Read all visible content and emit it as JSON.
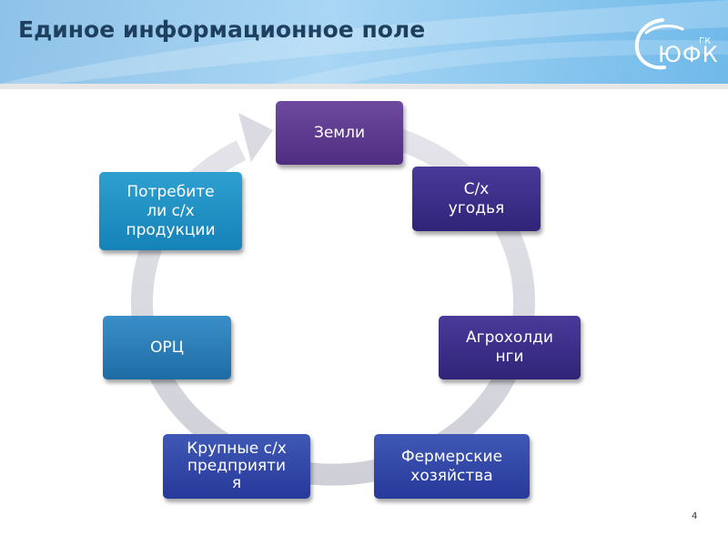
{
  "slide": {
    "title": "Единое информационное поле",
    "page_number": "4"
  },
  "logo": {
    "text": "ЮФК",
    "small": "ГК"
  },
  "cycle": {
    "nodes": [
      {
        "label": "Земли"
      },
      {
        "label": "С/х\nугодья"
      },
      {
        "label": "Агрохолди\nнги"
      },
      {
        "label": "Фермерские\nхозяйства"
      },
      {
        "label": "Крупные с/х\nпредприяти\nя"
      },
      {
        "label": "ОРЦ"
      },
      {
        "label": "Потребите\nли с/х\nпродукции"
      }
    ]
  },
  "colors": {
    "title": "#1f3f5e",
    "ring": "#d9d9e0"
  }
}
